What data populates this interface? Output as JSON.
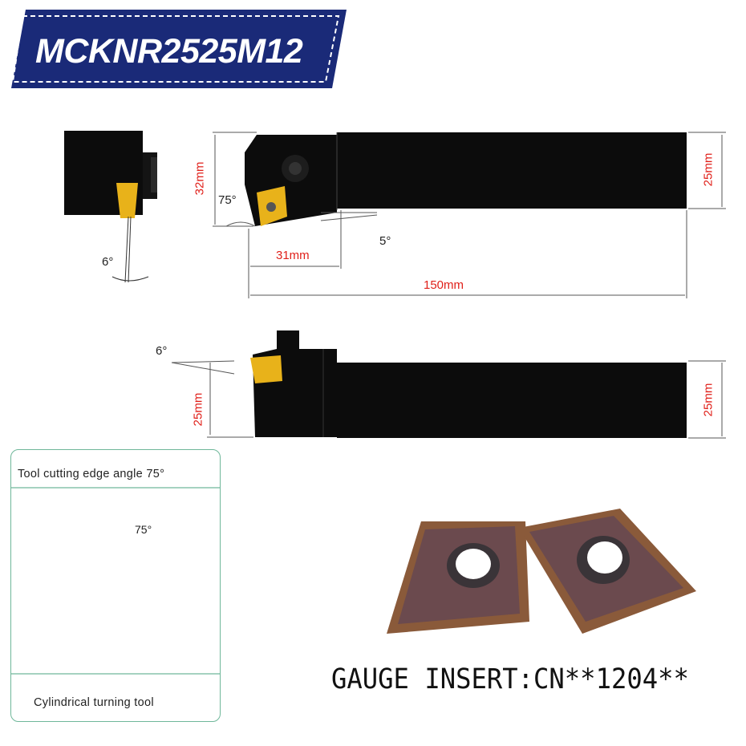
{
  "banner": {
    "title": "MCKNR2525M12",
    "bg_color": "#1a2a78",
    "stripe_color": "#ffffff"
  },
  "dimensions": {
    "height_head": "32mm",
    "height_shank_top": "25mm",
    "height_shank_side": "25mm",
    "height_side_right": "25mm",
    "head_length": "31mm",
    "total_length": "150mm"
  },
  "angles": {
    "cutting_edge": "75°",
    "end_relief": "5°",
    "clearance_front": "6°",
    "clearance_side": "6°"
  },
  "panel": {
    "top_label": "Tool cutting edge angle 75°",
    "angle_label": "75°",
    "bottom_label": "Cylindrical turning tool",
    "border_color": "#6fb79a"
  },
  "gauge": {
    "text": "GAUGE  INSERT:CN**1204**"
  },
  "colors": {
    "dim_red": "#e0201a",
    "tool_black": "#0c0c0c",
    "insert_gold": "#e8b21a",
    "insert_bronze": "#8a5a3a"
  }
}
